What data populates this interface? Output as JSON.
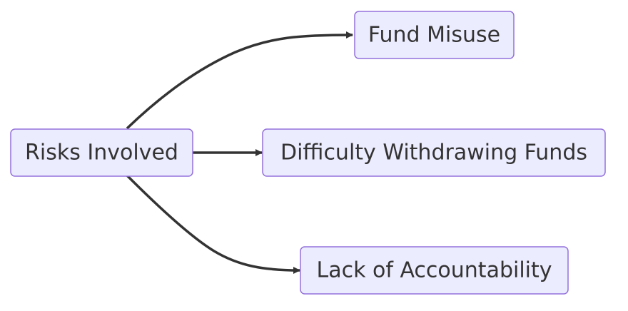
{
  "diagram": {
    "type": "flowchart-lr",
    "nodes": {
      "root": {
        "label": "Risks Involved"
      },
      "misuse": {
        "label": "Fund Misuse"
      },
      "withdraw": {
        "label": "Difficulty Withdrawing Funds"
      },
      "accountability": {
        "label": "Lack of Accountability"
      }
    },
    "edges": [
      {
        "from": "root",
        "to": "misuse"
      },
      {
        "from": "root",
        "to": "withdraw"
      },
      {
        "from": "root",
        "to": "accountability"
      }
    ],
    "colors": {
      "node_fill": "#ececff",
      "node_stroke": "#9370db",
      "edge": "#333333",
      "text": "#333333"
    }
  }
}
